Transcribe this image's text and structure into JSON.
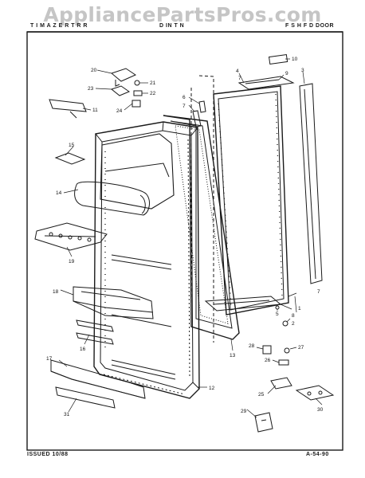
{
  "watermark": "AppliancePartsPros.com",
  "header": {
    "left": "T I  M A Z E  R  T R  R",
    "center": "D  IN  T  N",
    "right": "F  S H  F  D  DOOR"
  },
  "footer": {
    "issued": "ISSUED 10/88",
    "page_code": "A-54-90"
  },
  "callouts": {
    "c1": "1",
    "c2": "2",
    "c3": "3",
    "c4": "4",
    "c5": "5",
    "c6": "6",
    "c7": "7",
    "c7b": "7",
    "c7c": "7",
    "c8": "8",
    "c9": "9",
    "c10": "10",
    "c11": "11",
    "c12": "12",
    "c13": "13",
    "c14": "14",
    "c15": "15",
    "c16": "16",
    "c17": "17",
    "c18": "18",
    "c19": "19",
    "c20": "20",
    "c21": "21",
    "c22": "22",
    "c23": "23",
    "c24": "24",
    "c25": "25",
    "c26": "26",
    "c27": "27",
    "c28": "28",
    "c29": "29",
    "c30": "30",
    "c31": "31"
  },
  "colors": {
    "ink": "#1a1a1a",
    "paper": "#ffffff",
    "watermark": "#969696"
  }
}
